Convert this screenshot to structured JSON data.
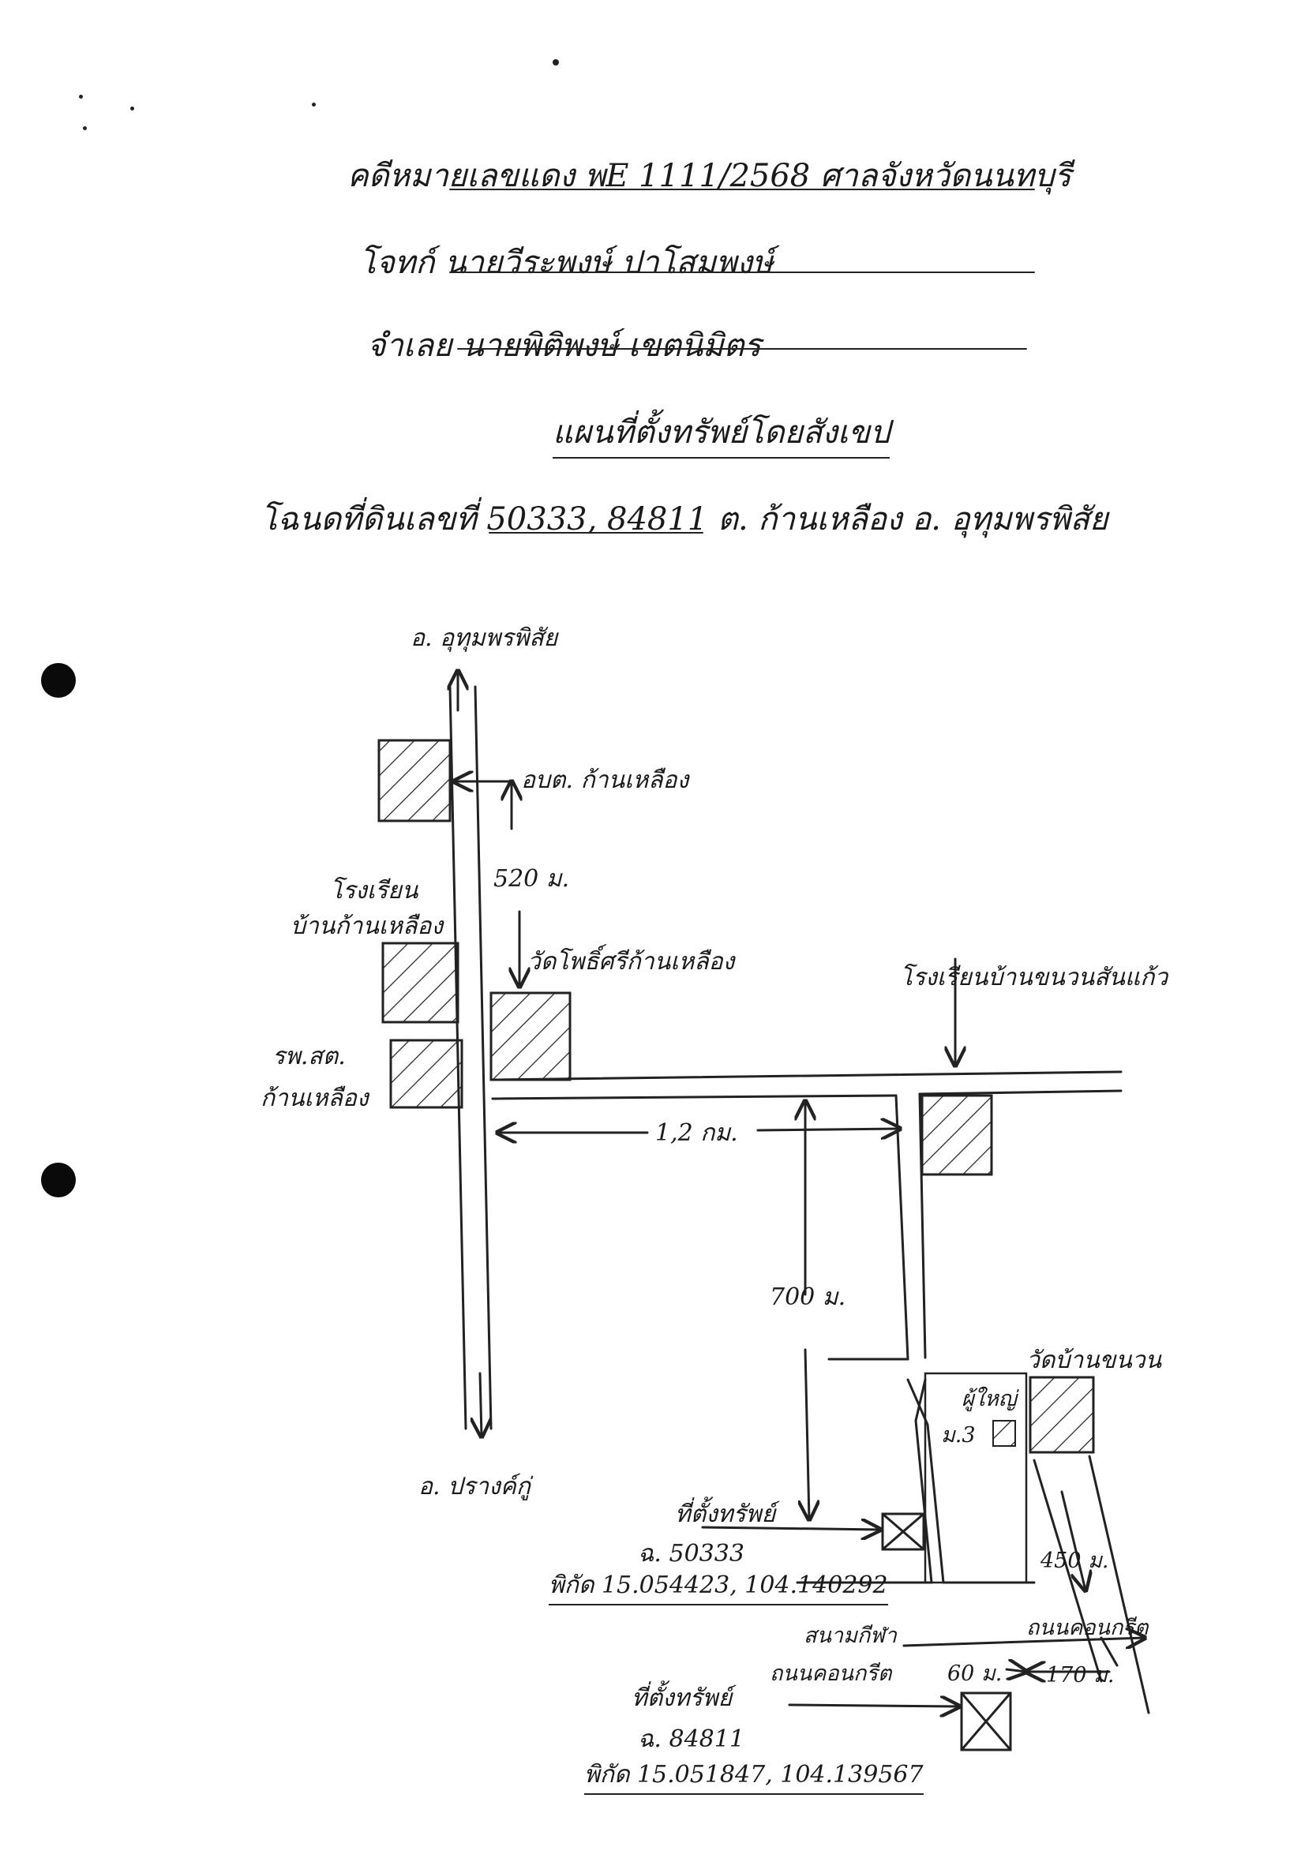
{
  "header": {
    "case_line": "คดีหมายเลขแดง พE 1111/2568 ศาลจังหวัดนนทบุรี",
    "plaintiff_line": "โจทก์ นายวีระพงษ์ ปาโสมพงษ์",
    "defendant_line": "จำเลย นายพิติพงษ์ เขตนิมิตร",
    "map_title": "แผนที่ตั้งทรัพย์โดยสังเขป",
    "deed_line": "โฉนดที่ดินเลขที่ 50333, 84811 ต. ก้านเหลือง อ. อุทุมพรพิสัย"
  },
  "map": {
    "north_label": "อ. อุทุมพรพิสัย",
    "south_label": "อ. ปรางค์กู่",
    "obt_label": "อบต. ก้านเหลือง",
    "dist_520": "520 ม.",
    "school1_label_1": "โรงเรียน",
    "school1_label_2": "บ้านก้านเหลือง",
    "wat_pho_label": "วัดโพธิ์ศรีก้านเหลือง",
    "hospital_label_1": "รพ.สต.",
    "hospital_label_2": "ก้านเหลือง",
    "school2_label": "โรงเรียนบ้านขนวนสันแก้ว",
    "dist_12km": "1,2 กม.",
    "dist_700": "700 ม.",
    "wat_khanuan_label": "วัดบ้านขนวน",
    "headman_label_1": "ผู้ใหญ่",
    "headman_label_2": "ม.3",
    "prop1_label": "ที่ตั้งทรัพย์",
    "prop1_deed": "ฉ. 50333",
    "prop1_coords": "พิกัด 15.054423, 104.140292",
    "dist_450": "450 ม.",
    "stadium_label": "สนามกีฬา",
    "concrete_road_1": "ถนนคอนกรีต",
    "concrete_road_2": "ถนนคอนกรีต",
    "dist_60": "60 ม.",
    "dist_170": "170 ม.",
    "prop2_label": "ที่ตั้งทรัพย์",
    "prop2_deed": "ฉ. 84811",
    "prop2_coords": "พิกัด 15.051847, 104.139567"
  }
}
